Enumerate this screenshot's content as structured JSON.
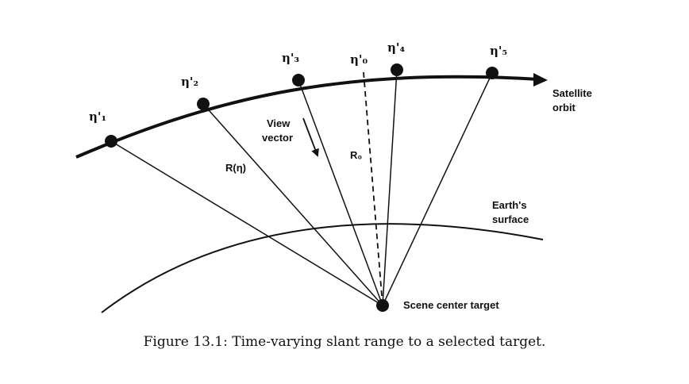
{
  "figure": {
    "eta_labels": [
      "η'₁",
      "η'₂",
      "η'₃",
      "η'₀",
      "η'₄",
      "η'₅"
    ],
    "orbit_label": [
      "Satellite",
      "orbit"
    ],
    "earth_label": [
      "Earth's",
      "surface"
    ],
    "view_vector_label": [
      "View",
      "vector"
    ],
    "range_label": "R(η)",
    "r0_label": "R₀",
    "target_label": "Scene center target"
  },
  "caption": "Figure 13.1: Time-varying slant range to a selected target.",
  "colors": {
    "ink": "#111111",
    "background": "#ffffff"
  }
}
